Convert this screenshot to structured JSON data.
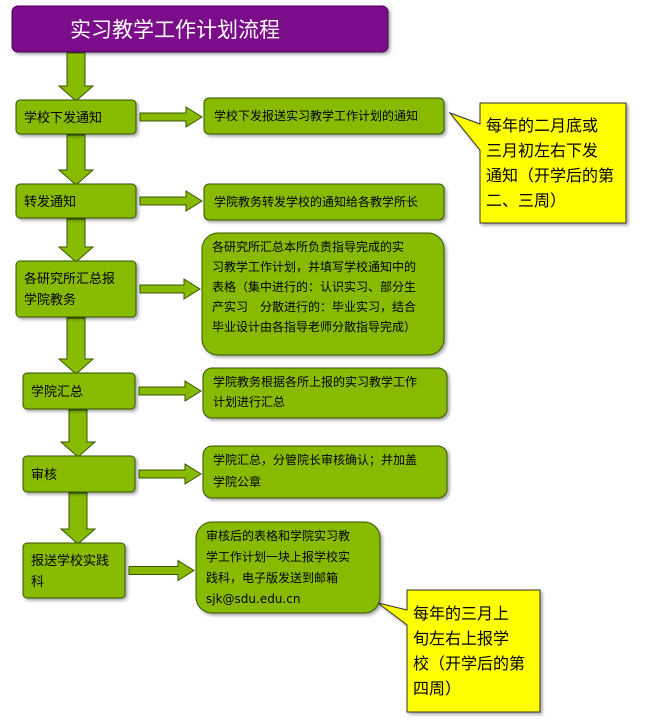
{
  "title": "实习教学工作计划流程",
  "colors": {
    "title_bg": "#7b0c8a",
    "step_fill": "#88bb00",
    "step_stroke": "#335500",
    "note_fill": "#ffff00",
    "note_stroke": "#333333"
  },
  "steps": [
    {
      "label": [
        "学校下发通知"
      ],
      "desc": [
        "学校下发报送实习教学工作计划的通知"
      ]
    },
    {
      "label": [
        "转发通知"
      ],
      "desc": [
        "学院教务转发学校的通知给各教学所长"
      ]
    },
    {
      "label": [
        "各研究所汇总报",
        "学院教务"
      ],
      "desc": [
        "各研究所汇总本所负责指导完成的实",
        "习教学工作计划，并填写学校通知中的",
        "表格（集中进行的：认识实习、部分生",
        "产实习　分散进行的：毕业实习，结合",
        "毕业设计由各指导老师分散指导完成）"
      ]
    },
    {
      "label": [
        "学院汇总"
      ],
      "desc": [
        "学院教务根据各所上报的实习教学工作",
        "计划进行汇总"
      ]
    },
    {
      "label": [
        "审核"
      ],
      "desc": [
        "学院汇总，分管院长审核确认；并加盖",
        "学院公章"
      ]
    },
    {
      "label": [
        "报送学校实践",
        "科"
      ],
      "desc": [
        "审核后的表格和学院实习教",
        "学工作计划一块上报学校实",
        "践科，电子版发送到邮箱",
        "sjk@sdu.edu.cn"
      ]
    }
  ],
  "notes": [
    {
      "lines": [
        "每年的二月底或",
        "三月初左右下发",
        "通知（开学后的第",
        "二、三周）"
      ]
    },
    {
      "lines": [
        "每年的三月上",
        "旬左右上报学",
        "校（开学后的第",
        "四周）"
      ]
    }
  ]
}
